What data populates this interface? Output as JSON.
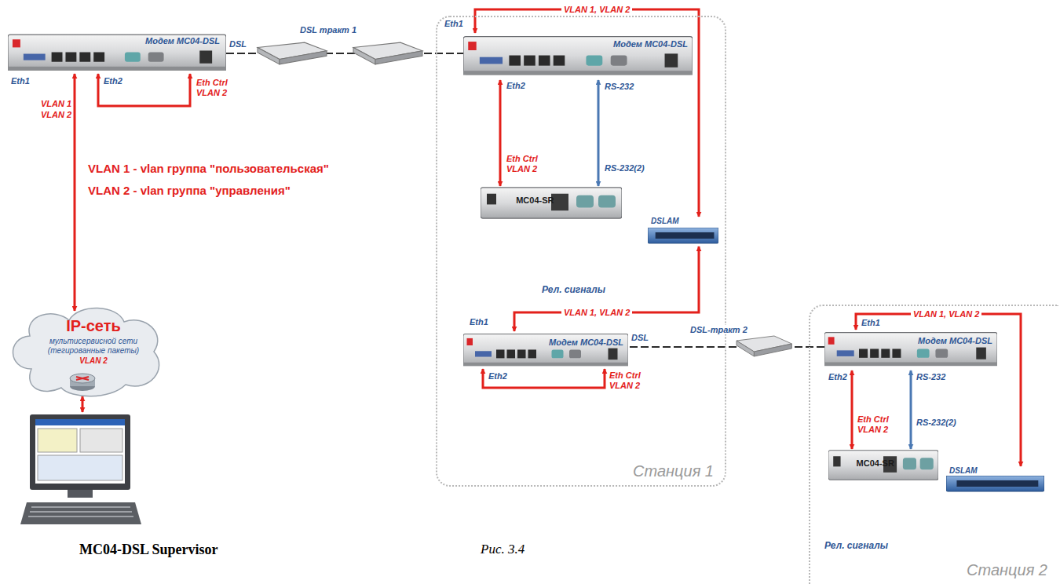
{
  "diagram": {
    "caption": "Рис. 3.4",
    "nodes": [
      {
        "text": [
          "Модем МС04-DSL"
        ]
      },
      {
        "text": [
          "IP-сеть",
          "мультисервисной сети (тегированные пакеты)",
          "VLAN 2"
        ]
      },
      {
        "text": [
          "MC04-DSL Supervisor"
        ]
      },
      {
        "text": [
          "Станция 1"
        ]
      },
      {
        "text": [
          "Модем МС04-DSL"
        ],
        "in": 3
      },
      {
        "text": [
          "MC04-SR"
        ],
        "in": 3
      },
      {
        "text": [
          "DSLAM"
        ],
        "in": 3
      },
      {
        "text": [
          "Модем МС04-DSL"
        ],
        "in": 3
      },
      {
        "text": [
          "Станция 2"
        ]
      },
      {
        "text": [
          "Модем МС04-DSL"
        ],
        "in": 8
      },
      {
        "text": [
          "MC04-SR"
        ],
        "in": 8
      },
      {
        "text": [
          "DSLAM"
        ],
        "in": 8
      }
    ],
    "edges": [
      {
        "from": 0,
        "to": 1,
        "arrow": "both"
      },
      {
        "from": 1,
        "to": 2,
        "arrow": "both"
      },
      {
        "from": 0,
        "to": 4,
        "label": "DSL тракт 1",
        "arrow": "none"
      },
      {
        "from": 4,
        "to": 6,
        "label": "VLAN 1, VLAN 2",
        "arrow": "both"
      },
      {
        "from": 4,
        "to": 5,
        "arrow": "both"
      },
      {
        "from": 4,
        "to": 5,
        "arrow": "both"
      },
      {
        "from": 6,
        "to": 7,
        "label": "VLAN 1, VLAN 2",
        "arrow": "both"
      },
      {
        "from": 7,
        "to": 9,
        "label": "DSL-тракт 2",
        "arrow": "none"
      },
      {
        "from": 9,
        "to": 11,
        "label": "VLAN 1, VLAN 2",
        "arrow": "both"
      },
      {
        "from": 9,
        "to": 10,
        "arrow": "both"
      },
      {
        "from": 9,
        "to": 10,
        "arrow": "both"
      }
    ],
    "labels": [
      "Eth1",
      "Eth2",
      "Eth Ctrl",
      "VLAN 2",
      "DSL",
      "VLAN 1",
      "VLAN 2",
      "VLAN 1 - vlan группа \"пользовательская\"",
      "VLAN 2 - vlan группа \"управления\"",
      "Eth1",
      "Eth2",
      "RS-232",
      "Eth Ctrl",
      "VLAN 2",
      "RS-232(2)",
      "Рел. сигналы",
      "Eth1",
      "Eth2",
      "Eth Ctrl",
      "VLAN 2",
      "DSL",
      "Eth1",
      "Eth2",
      "RS-232",
      "Eth Ctrl",
      "VLAN 2",
      "RS-232(2)",
      "Рел. сигналы"
    ]
  }
}
